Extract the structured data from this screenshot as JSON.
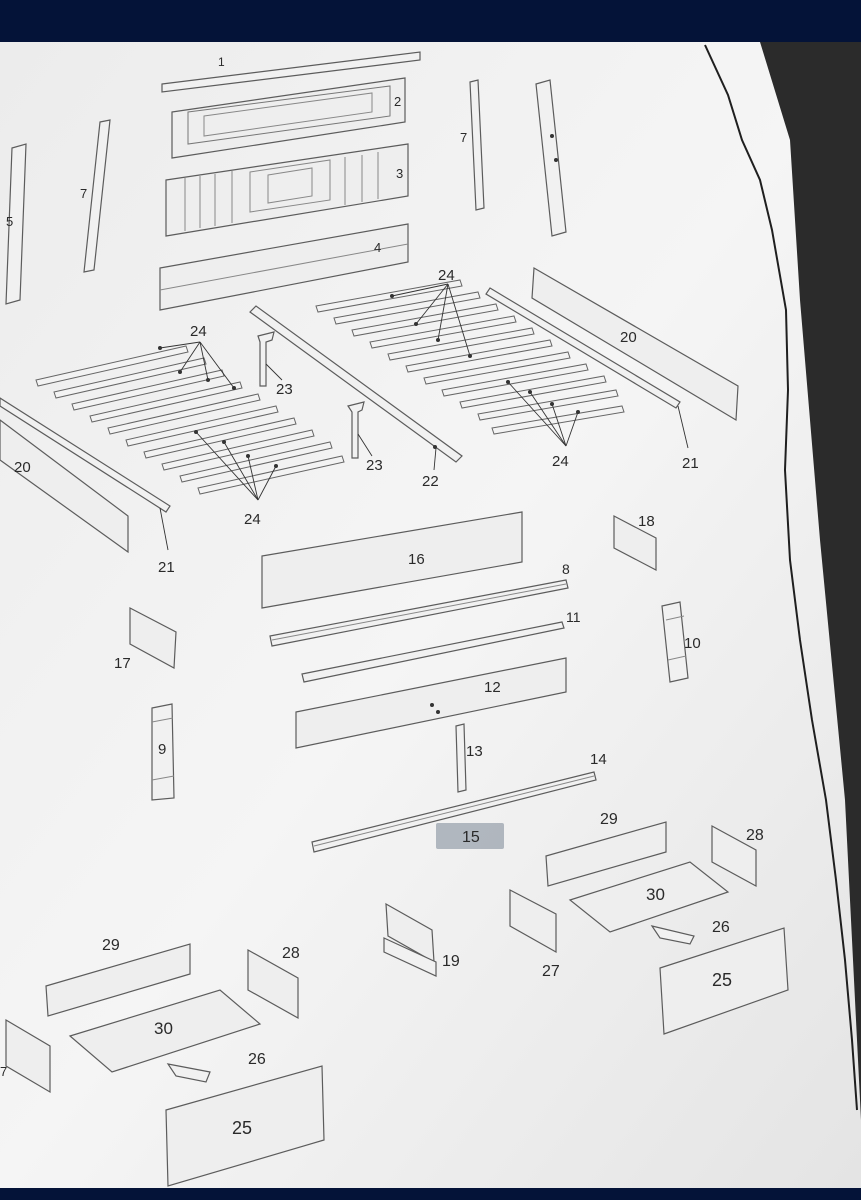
{
  "document": {
    "labels": [
      {
        "id": "p1",
        "text": "1"
      },
      {
        "id": "p2",
        "text": "2"
      },
      {
        "id": "p3",
        "text": "3"
      },
      {
        "id": "p4",
        "text": "4"
      },
      {
        "id": "p5",
        "text": "5"
      },
      {
        "id": "p7a",
        "text": "7"
      },
      {
        "id": "p7b",
        "text": "7"
      },
      {
        "id": "p24a",
        "text": "24"
      },
      {
        "id": "p24b",
        "text": "24"
      },
      {
        "id": "p24c",
        "text": "24"
      },
      {
        "id": "p24d",
        "text": "24"
      },
      {
        "id": "p23a",
        "text": "23"
      },
      {
        "id": "p23b",
        "text": "23"
      },
      {
        "id": "p22",
        "text": "22"
      },
      {
        "id": "p20a",
        "text": "20"
      },
      {
        "id": "p20b",
        "text": "20"
      },
      {
        "id": "p21a",
        "text": "21"
      },
      {
        "id": "p21b",
        "text": "21"
      },
      {
        "id": "p16",
        "text": "16"
      },
      {
        "id": "p8",
        "text": "8"
      },
      {
        "id": "p18",
        "text": "18"
      },
      {
        "id": "p11",
        "text": "11"
      },
      {
        "id": "p10",
        "text": "10"
      },
      {
        "id": "p17",
        "text": "17"
      },
      {
        "id": "p12",
        "text": "12"
      },
      {
        "id": "p9",
        "text": "9"
      },
      {
        "id": "p13",
        "text": "13"
      },
      {
        "id": "p14",
        "text": "14"
      },
      {
        "id": "p15",
        "text": "15"
      },
      {
        "id": "p29a",
        "text": "29"
      },
      {
        "id": "p28a",
        "text": "28"
      },
      {
        "id": "p30a",
        "text": "30"
      },
      {
        "id": "p26a",
        "text": "26"
      },
      {
        "id": "p25a",
        "text": "25"
      },
      {
        "id": "p19",
        "text": "19"
      },
      {
        "id": "p27",
        "text": "27"
      },
      {
        "id": "p29b",
        "text": "29"
      },
      {
        "id": "p28b",
        "text": "28"
      },
      {
        "id": "p30b",
        "text": "30"
      },
      {
        "id": "p26b",
        "text": "26"
      },
      {
        "id": "p25b",
        "text": "25"
      },
      {
        "id": "p7c",
        "text": "7"
      }
    ]
  },
  "colors": {
    "frame": "#041338",
    "paper": "#efefef",
    "line": "#5c5c5c",
    "highlight": "#9aa3ad"
  }
}
